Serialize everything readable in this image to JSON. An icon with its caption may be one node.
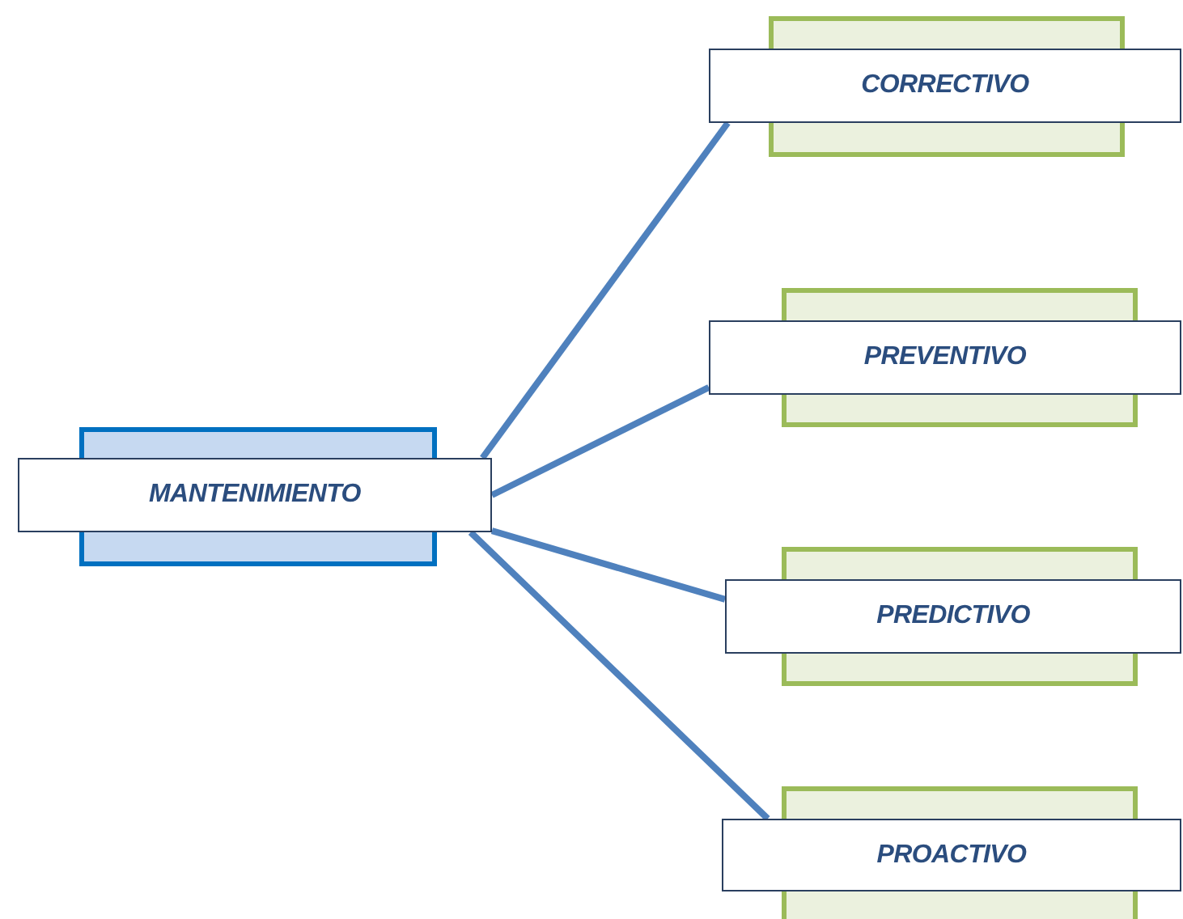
{
  "diagram": {
    "nodes": [
      {
        "text": [
          "MANTENIMIENTO"
        ]
      },
      {
        "text": [
          "CORRECTIVO"
        ]
      },
      {
        "text": [
          "PREVENTIVO"
        ]
      },
      {
        "text": [
          "PREDICTIVO"
        ]
      },
      {
        "text": [
          "PROACTIVO"
        ]
      }
    ],
    "edges": [
      {
        "from": 0,
        "to": 1,
        "arrow": "none"
      },
      {
        "from": 0,
        "to": 2,
        "arrow": "none"
      },
      {
        "from": 0,
        "to": 3,
        "arrow": "none"
      },
      {
        "from": 0,
        "to": 4,
        "arrow": "none"
      }
    ]
  }
}
